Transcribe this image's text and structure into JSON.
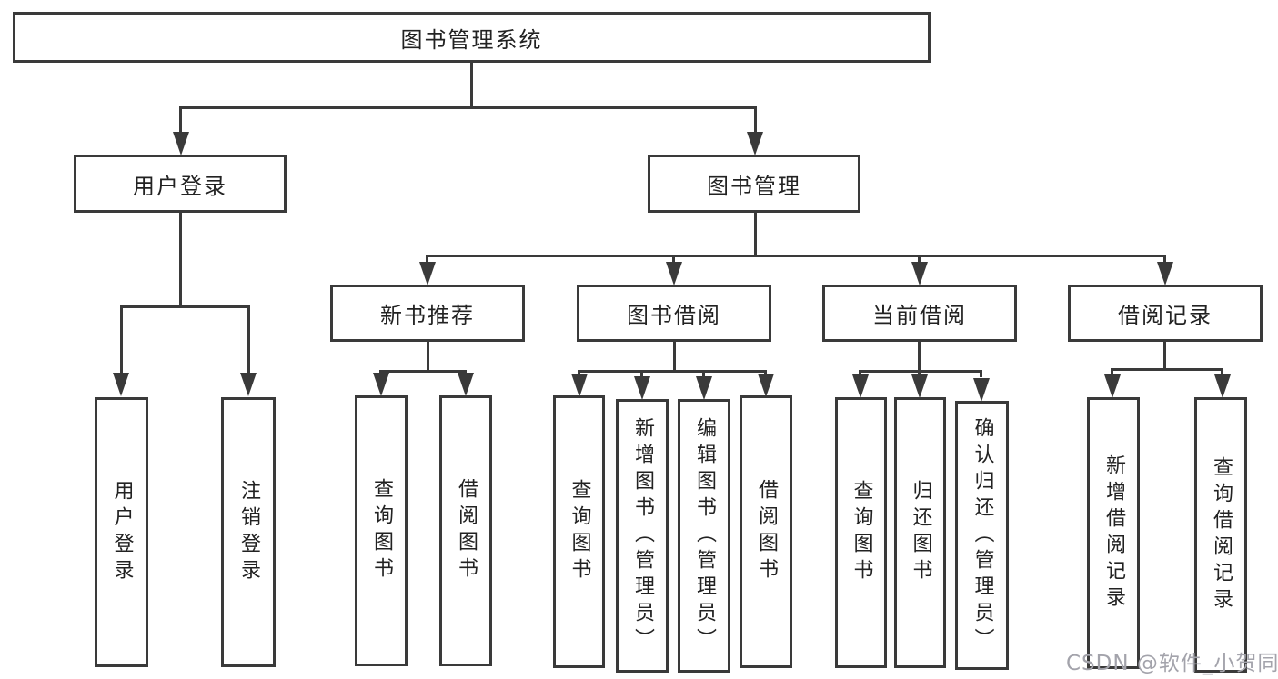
{
  "diagram": {
    "root": {
      "label": "图书管理系统"
    },
    "branches": [
      {
        "label": "用户登录",
        "children": [
          {
            "label": "用户登录"
          },
          {
            "label": "注销登录"
          }
        ]
      },
      {
        "label": "图书管理",
        "children": [
          {
            "label": "新书推荐",
            "children": [
              {
                "label": "查询图书"
              },
              {
                "label": "借阅图书"
              }
            ]
          },
          {
            "label": "图书借阅",
            "children": [
              {
                "label": "查询图书"
              },
              {
                "label": "新增图书（管理员）"
              },
              {
                "label": "编辑图书（管理员）"
              },
              {
                "label": "借阅图书"
              }
            ]
          },
          {
            "label": "当前借阅",
            "children": [
              {
                "label": "查询图书"
              },
              {
                "label": "归还图书"
              },
              {
                "label": "确认归还（管理员）"
              }
            ]
          },
          {
            "label": "借阅记录",
            "children": [
              {
                "label": "新增借阅记录"
              },
              {
                "label": "查询借阅记录"
              }
            ]
          }
        ]
      }
    ]
  },
  "watermark": {
    "text": "CSDN @软件_小贺同学"
  },
  "colors": {
    "line": "#3a3a3a",
    "text": "#222222",
    "background": "#ffffff",
    "watermark": "#a3a3ab"
  }
}
